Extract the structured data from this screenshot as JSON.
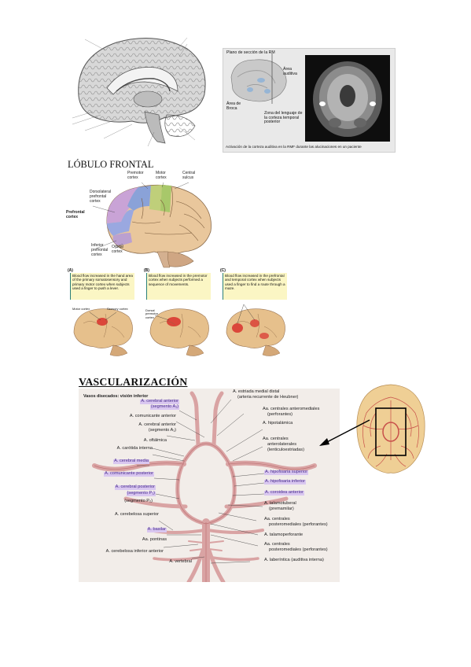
{
  "sections": {
    "frontal_title": "LÓBULO FRONTAL",
    "vasc_title": "VASCULARIZACIÓN"
  },
  "fmri": {
    "plane_label": "Plano de sección de la RM",
    "auditory_area": "Área auditiva",
    "broca_area": "Área de Broca",
    "posterior_lang": "Zona del lenguaje de la corteza temporal posterior",
    "caption": "Activación de la corteza auditiva en la RMF durante las alucinaciones en un paciente"
  },
  "frontal": {
    "premotor": "Premotor cortex",
    "motor": "Motor cortex",
    "central": "Central sulcus",
    "dorsolateral": "Dorsolateral prefrontal cortex",
    "prefrontal": "Prefrontal cortex",
    "inferior": "Inferior prefrontal cortex",
    "orbital": "Orbital cortex"
  },
  "panels": [
    {
      "letter": "(A)",
      "caption": "Blood flow increased in the hand area of the primary somatosensory and primary motor cortex when subjects used a finger to push a lever.",
      "labels": [
        "Motor cortex",
        "Sensory cortex"
      ]
    },
    {
      "letter": "(B)",
      "caption": "Blood flow increased in the premotor cortex when subjects performed a sequence of movements.",
      "labels": [
        "Dorsal premotor cortex"
      ]
    },
    {
      "letter": "(C)",
      "caption": "Blood flow increased in the prefrontal and temporal cortex when subjects used a finger to find a route through a maze.",
      "labels": []
    }
  ],
  "vasc": {
    "header": "Vasos disecados: visión inferior",
    "left": [
      {
        "text": "A. cerebral anterior",
        "hl": true
      },
      {
        "text": "(segmento A₁)",
        "hl": true
      },
      {
        "text": "A. comunicante anterior",
        "hl": false
      },
      {
        "text": "A. cerebral anterior",
        "hl": false
      },
      {
        "text": "(segmento A₁)",
        "hl": false
      },
      {
        "text": "A. oftálmica",
        "hl": false
      },
      {
        "text": "A. carótida interna",
        "hl": false
      },
      {
        "text": "A. cerebral media",
        "hl": true
      },
      {
        "text": "A. comunicante posterior",
        "hl": true
      },
      {
        "text": "A. cerebral posterior",
        "hl": true
      },
      {
        "text": "(segmento P₁)",
        "hl": true
      },
      {
        "text": "(segmento P₂)",
        "hl": false
      },
      {
        "text": "A. cerebelosa superior",
        "hl": false
      },
      {
        "text": "A. basilar",
        "hl": true
      },
      {
        "text": "Aa. pontinas",
        "hl": false
      },
      {
        "text": "A. cerebelosa inferior anterior",
        "hl": false
      },
      {
        "text": "A. vertebral",
        "hl": false
      }
    ],
    "right": [
      {
        "text": "A. estriada medial distal",
        "hl": false
      },
      {
        "text": "(arteria recurrente de Heubner)",
        "hl": false
      },
      {
        "text": "Aa. centrales anteromediales",
        "hl": false
      },
      {
        "text": "(perforantes)",
        "hl": false
      },
      {
        "text": "A. hipotalámica",
        "hl": false
      },
      {
        "text": "Aa. centrales",
        "hl": false
      },
      {
        "text": "anterolaterales",
        "hl": false
      },
      {
        "text": "(lenticuloestriadas)",
        "hl": false
      },
      {
        "text": "A. hipofisaria superior",
        "hl": true
      },
      {
        "text": "A. hipofisaria inferior",
        "hl": true
      },
      {
        "text": "A. coroidea anterior",
        "hl": true
      },
      {
        "text": "A. talamotuberal",
        "hl": false
      },
      {
        "text": "(premamilar)",
        "hl": false
      },
      {
        "text": "Aa. centrales",
        "hl": false
      },
      {
        "text": "posteromediales (perforantes)",
        "hl": false
      },
      {
        "text": "A. talamoperforante",
        "hl": false
      },
      {
        "text": "Aa. centrales",
        "hl": false
      },
      {
        "text": "posteromediales (perforantes)",
        "hl": false
      },
      {
        "text": "A. laberíntica (auditiva interna)",
        "hl": false
      }
    ]
  },
  "colors": {
    "artery": "#d9a3a3",
    "artery_dark": "#b55f63",
    "highlight": "#d9c7f0",
    "caption_bg": "#fbf6c4"
  }
}
